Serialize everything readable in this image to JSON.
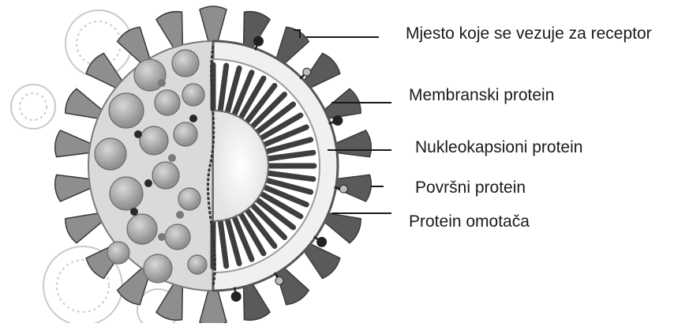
{
  "labels": [
    "Mjesto koje se vezuje za receptor",
    "Membranski protein",
    "Nukleokapsioni protein",
    "Površni protein",
    "Protein omotača"
  ],
  "colors": {
    "ink": "#1a1a1a",
    "spike_dark": "#5a5a5a",
    "spike_light": "#9a9a9a",
    "envelope": "#d6d6d6",
    "nucleus": "#f2f2f2",
    "ghost": "#cfcfcf"
  }
}
